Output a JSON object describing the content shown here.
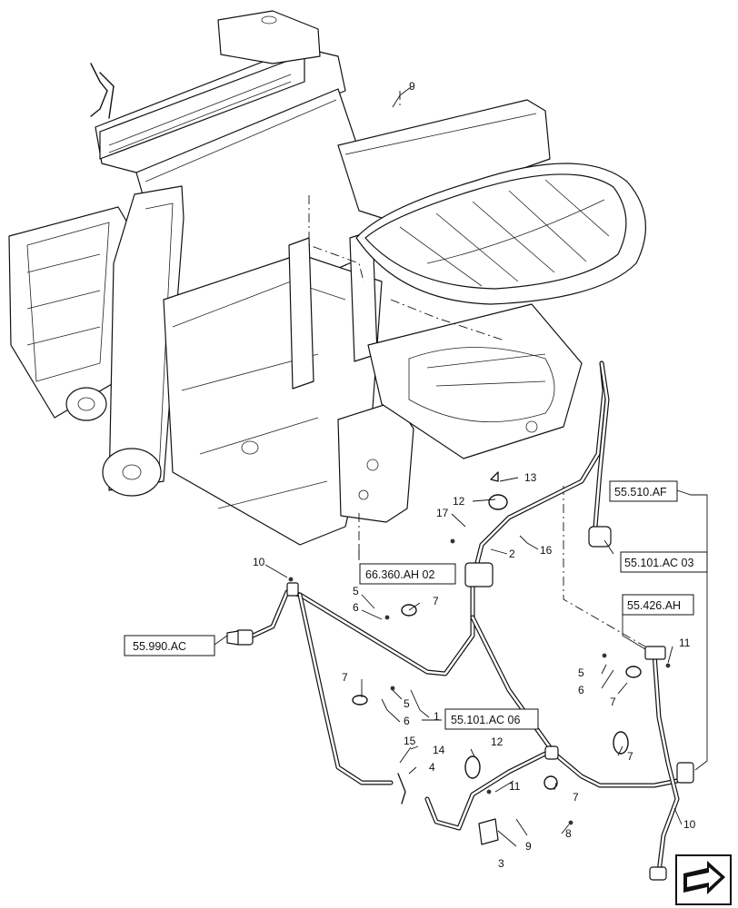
{
  "callouts": {
    "c1": "1",
    "c2": "2",
    "c3": "3",
    "c4": "4",
    "c5a": "5",
    "c5b": "5",
    "c5c": "5",
    "c6a": "6",
    "c6b": "6",
    "c6c": "6",
    "c7a": "7",
    "c7b": "7",
    "c7c": "7",
    "c7d": "7",
    "c7e": "7",
    "c8": "8",
    "c9a": "9",
    "c9b": "9",
    "c10a": "10",
    "c10b": "10",
    "c11a": "11",
    "c11b": "11",
    "c12a": "12",
    "c12b": "12",
    "c13": "13",
    "c14": "14",
    "c15": "15",
    "c16": "16",
    "c17": "17"
  },
  "references": {
    "r_510_af": "55.510.AF",
    "r_101_ac03": "55.101.AC 03",
    "r_426_ah": "55.426.AH",
    "r_990_ac": "55.990.AC",
    "r_101_ac06": "55.101.AC 06",
    "r_360_ah02": "66.360.AH 02"
  },
  "icons": {
    "next_page": "next-page-arrow-icon"
  }
}
